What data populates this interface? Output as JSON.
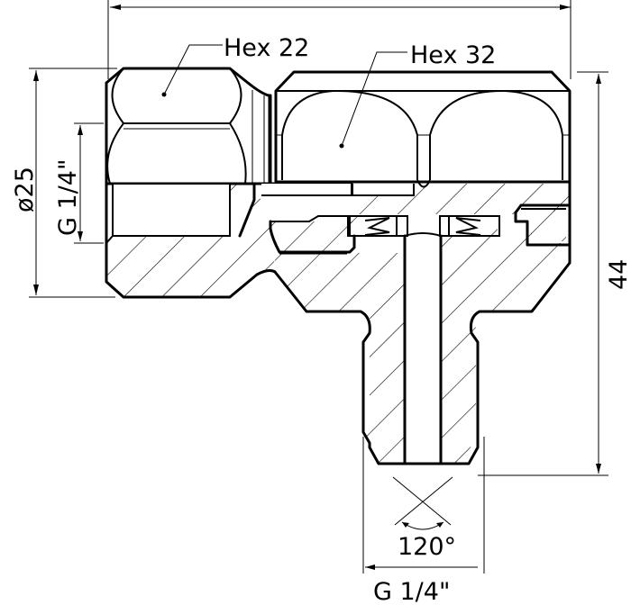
{
  "drawing": {
    "type": "technical-section-drawing",
    "line_color": "#000000",
    "background": "#ffffff",
    "callouts": {
      "hex_small": "Hex 22",
      "hex_large": "Hex 32"
    },
    "dimensions": {
      "outer_diameter": "ø25",
      "left_thread": "G 1/4\"",
      "height": "44",
      "cone_angle": "120°",
      "bottom_thread": "G 1/4\""
    }
  }
}
